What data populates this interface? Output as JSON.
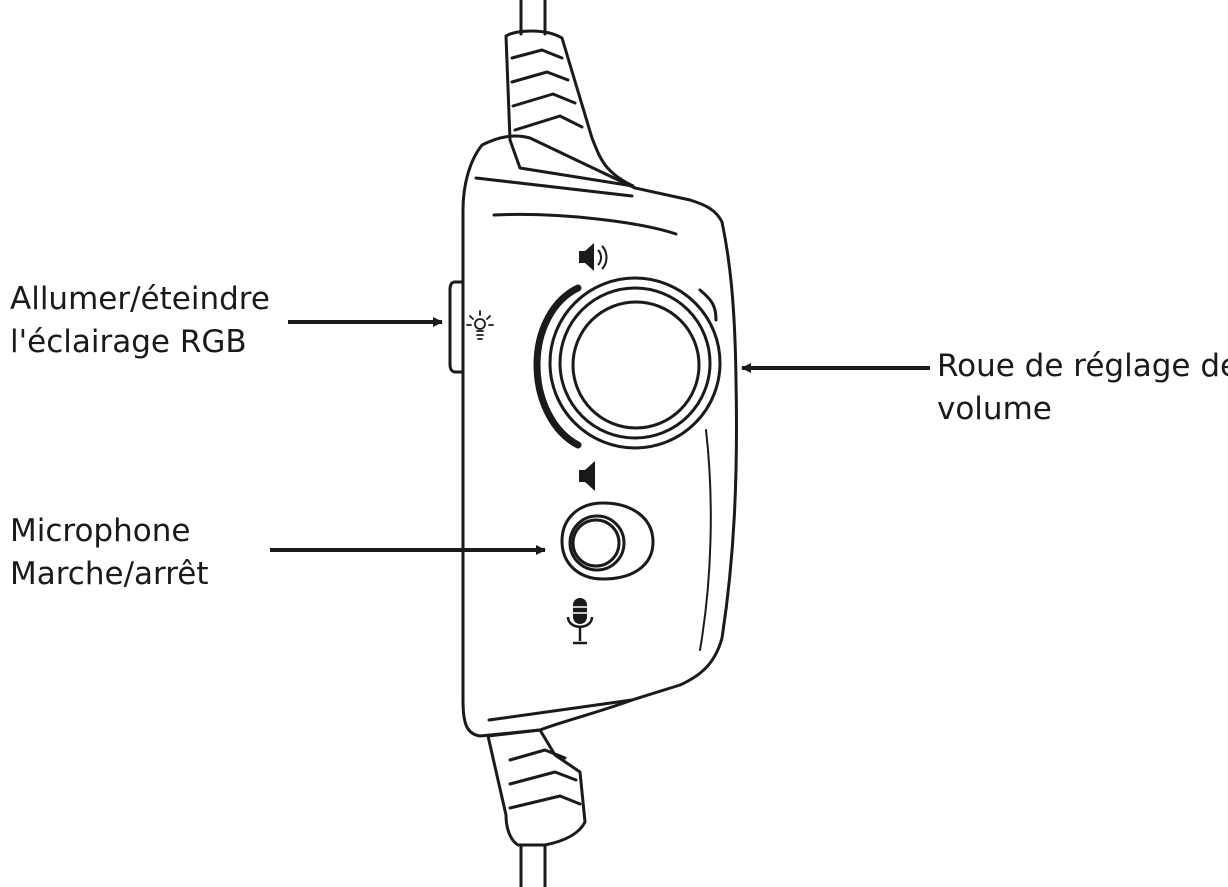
{
  "labels": {
    "rgb_toggle": {
      "line1": "Allumer/éteindre",
      "line2": "l'éclairage RGB"
    },
    "mic_toggle": {
      "line1": "Microphone",
      "line2": "Marche/arrêt"
    },
    "volume_wheel": {
      "line1": "Roue de réglage de",
      "line2": "volume"
    }
  },
  "icons": {
    "volume_up": "speaker-loud-icon",
    "volume_down": "speaker-quiet-icon",
    "rgb_light": "light-bulb-icon",
    "microphone": "microphone-icon"
  },
  "colors": {
    "line": "#1a1a1a",
    "background": "#ffffff"
  }
}
